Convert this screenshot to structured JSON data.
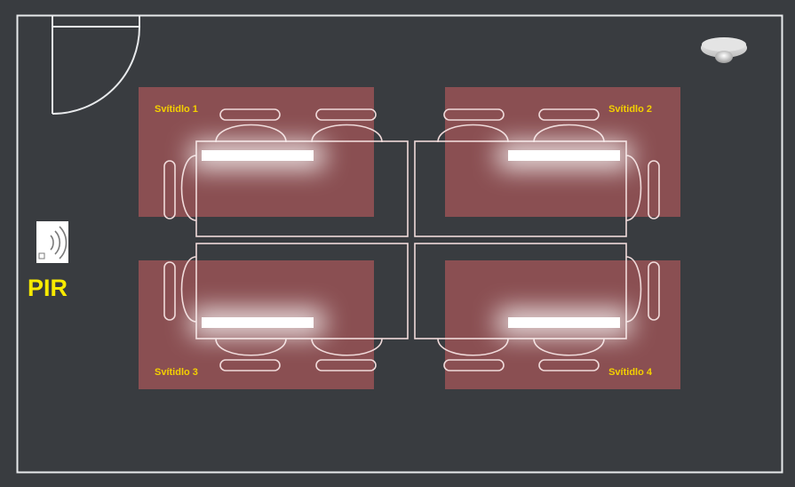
{
  "zones": [
    {
      "id": "1",
      "label": "Svítidlo 1"
    },
    {
      "id": "2",
      "label": "Svítidlo 2"
    },
    {
      "id": "3",
      "label": "Svítidlo 3"
    },
    {
      "id": "4",
      "label": "Svítidlo 4"
    }
  ],
  "sensors": {
    "pir_label": "PIR",
    "pir_icon": "motion-sensor-icon",
    "ceiling_icon": "ceiling-detector-icon"
  },
  "colors": {
    "background": "#393c40",
    "walls": "#e8eaec",
    "zone_fill": "#8a4f52",
    "furniture": "#f0dada",
    "luminaire": "#ffffff",
    "label": "#f4d000",
    "pir_label": "#f7ea00"
  }
}
